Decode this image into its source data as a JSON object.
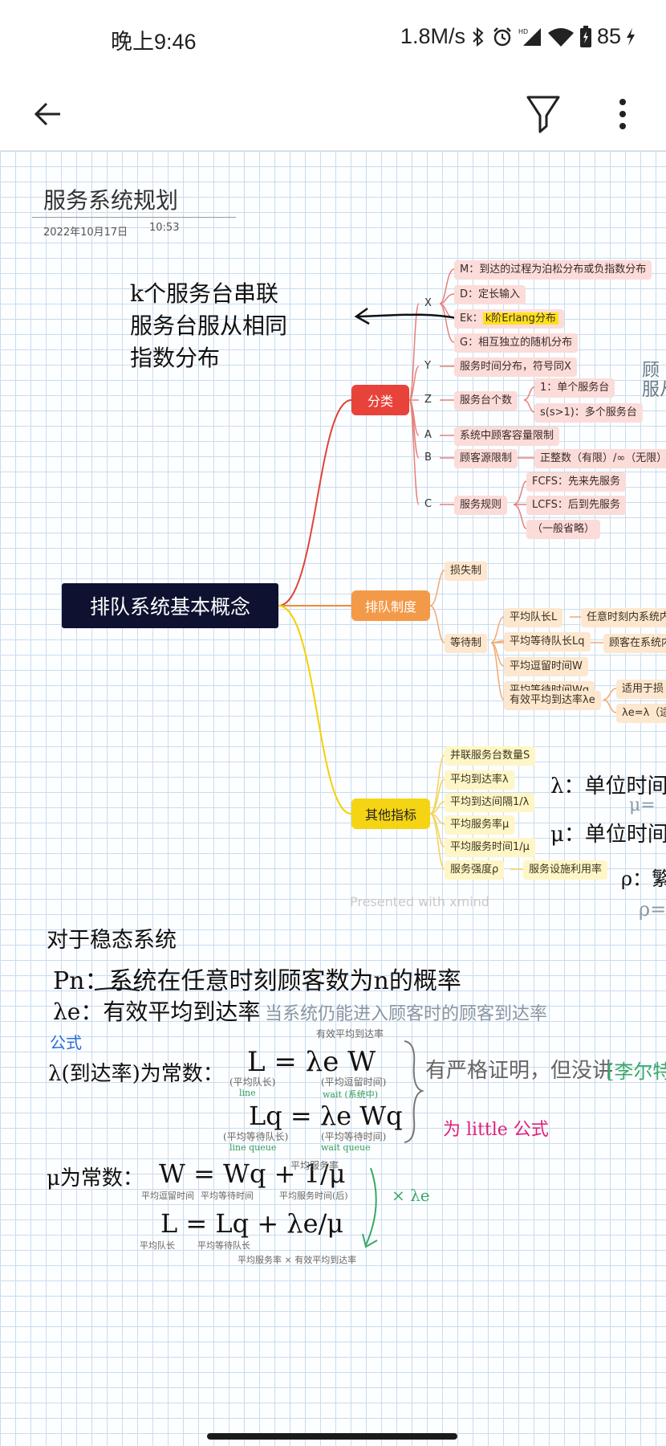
{
  "status_bar": {
    "time": "晚上9:46",
    "network_speed": "1.8M/s",
    "battery": "85",
    "icons": [
      "bluetooth-icon",
      "alarm-icon",
      "hd-signal-icon",
      "wifi-icon",
      "battery-icon",
      "charging-icon"
    ]
  },
  "app_bar": {
    "icons": [
      "back-arrow-icon",
      "highlighter-icon",
      "more-vert-icon"
    ]
  },
  "note": {
    "title": "服务系统规划",
    "date": "2022年10月17日",
    "time": "10:53"
  },
  "mindmap": {
    "root": "排队系统基本概念",
    "watermark": "Presented with xmind",
    "categories": {
      "fenlei": {
        "label": "分类",
        "X": {
          "key": "X",
          "items": [
            "M：到达的过程为泊松分布或负指数分布",
            "D：定长输入",
            "Ek：",
            "G：相互独立的随机分布"
          ],
          "ek_highlight": "k阶Erlang分布"
        },
        "Y": {
          "key": "Y",
          "text": "服务时间分布，符号同X"
        },
        "Z": {
          "key": "Z",
          "text": "服务台个数",
          "children": [
            "1：单个服务台",
            "s(s>1)：多个服务台"
          ]
        },
        "A": {
          "key": "A",
          "text": "系统中顾客容量限制"
        },
        "B": {
          "key": "B",
          "text": "顾客源限制",
          "child": "正整数（有限）/∞（无限）"
        },
        "C": {
          "key": "C",
          "text": "服务规则",
          "children": [
            "FCFS：先来先服务",
            "LCFS：后到先服务",
            "（一般省略）"
          ]
        }
      },
      "paidui": {
        "label": "排队制度",
        "loss": "损失制",
        "wait": "等待制",
        "wait_children": [
          "平均队长L",
          "平均等待队长Lq",
          "平均逗留时间W",
          "平均等待时间Wq",
          "有效平均到达率λe"
        ],
        "L_detail": "任意时刻内系统内",
        "W_detail": "顾客在系统内",
        "lambda_e_children": [
          "适用于损",
          "λe=λ（适"
        ]
      },
      "qita": {
        "label": "其他指标",
        "items": [
          "并联服务台数量S",
          "平均到达率λ",
          "平均到达间隔1/λ",
          "平均服务率μ",
          "平均服务时间1/μ",
          "服务强度ρ"
        ],
        "rho_detail": "服务设施利用率"
      }
    }
  },
  "handwriting": {
    "ek_note": [
      "k个服务台串联",
      "服务台服从相同",
      "指数分布"
    ],
    "side_note": [
      "顾",
      "服从"
    ],
    "lambda_note": "λ：单位时间内",
    "mu_note": "μ：单位时间内",
    "mu_eq": "μ=",
    "rho_note": "ρ：繁忙",
    "rho_eq": "ρ=",
    "steady": "对于稳态系统",
    "pn": "Pn：系统在任意时刻顾客数为n的概率",
    "lambda_e": "λe：有效平均到达率",
    "lambda_e_desc": "当系统仍能进入顾客时的顾客到达率",
    "formula_label": "公式",
    "lambda_const": "λ(到达率)为常数：",
    "eq1": "L = λe W",
    "eq1_top": "有效平均到达率",
    "eq1_left": "(平均队长)",
    "eq1_left2": "line",
    "eq1_right": "(平均逗留时间)",
    "eq1_right2": "wait (系统中)",
    "eq2": "Lq = λe Wq",
    "eq2_left": "(平均等待队长)",
    "eq2_left2": "line queue",
    "eq2_right": "(平均等待时间)",
    "eq2_right2": "wait queue",
    "proof_note": "有严格证明，但没讲",
    "proof_note2": "[李尔特",
    "little": "为 little 公式",
    "mu_const": "μ为常数：",
    "eq3": "W = Wq + 1/μ",
    "eq3_l": "平均逗留时间",
    "eq3_m": "平均等待时间",
    "eq3_r": "平均服务时间(后)",
    "eq3_top": "平均服务率",
    "eq4": "L = Lq + λe/μ",
    "eq4_l": "平均队长",
    "eq4_m": "平均等待队长",
    "eq4_r": "平均服务率 × 有效平均到达率",
    "times_lambda": "× λe"
  }
}
